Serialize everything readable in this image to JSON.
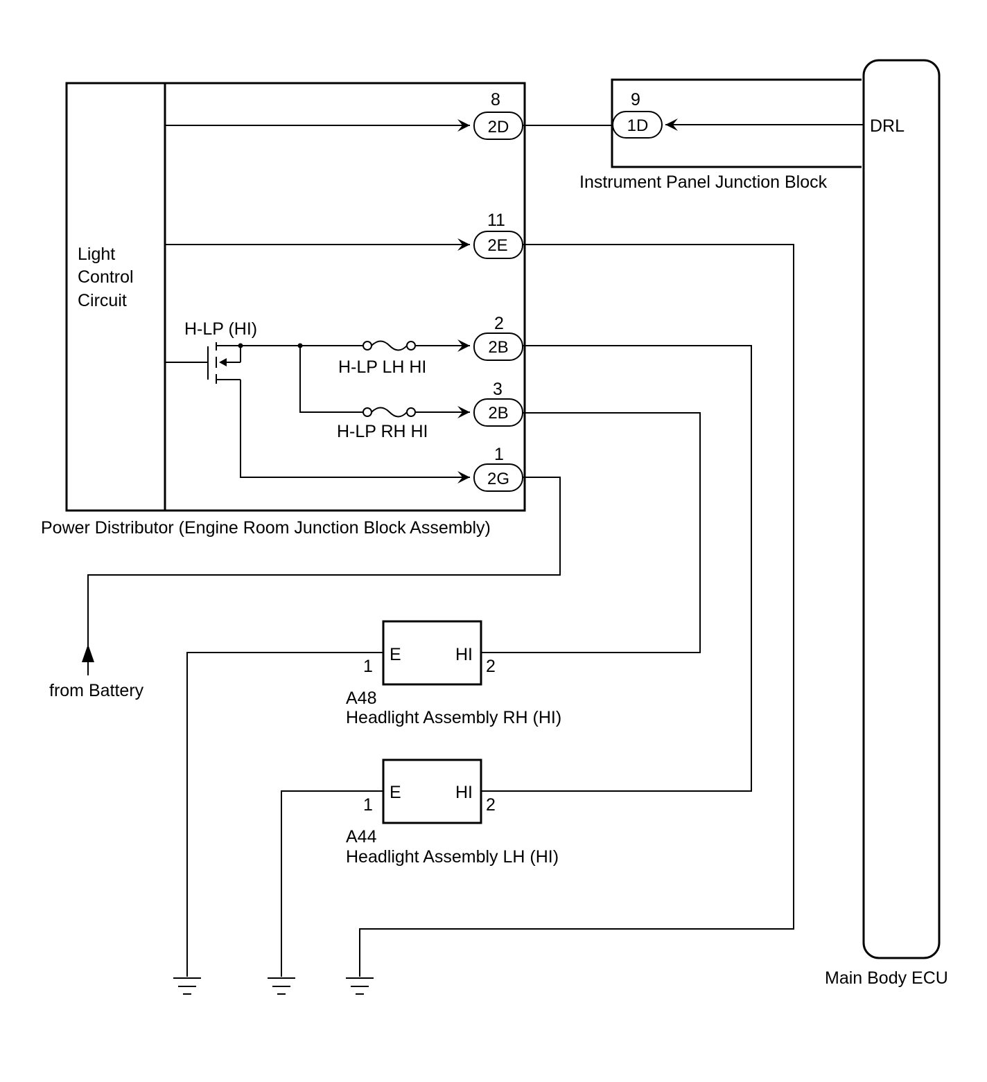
{
  "components": {
    "light_control_circuit": [
      "Light",
      "Control",
      "Circuit"
    ],
    "power_distributor": "Power Distributor (Engine Room Junction Block Assembly)",
    "instrument_panel_jb": "Instrument Panel Junction Block",
    "main_body_ecu": "Main Body ECU",
    "drl_terminal": "DRL",
    "relay": "H-LP (HI)",
    "fuse_lh": "H-LP LH HI",
    "fuse_rh": "H-LP RH HI",
    "from_battery": "from Battery"
  },
  "connectors": [
    {
      "pin": "8",
      "code": "2D"
    },
    {
      "pin": "11",
      "code": "2E"
    },
    {
      "pin": "2",
      "code": "2B"
    },
    {
      "pin": "3",
      "code": "2B"
    },
    {
      "pin": "1",
      "code": "2G"
    },
    {
      "pin": "9",
      "code": "1D"
    }
  ],
  "headlights": [
    {
      "code": "A48",
      "name": "Headlight Assembly RH (HI)",
      "term_e": "E",
      "term_hi": "HI",
      "pin_e": "1",
      "pin_hi": "2"
    },
    {
      "code": "A44",
      "name": "Headlight Assembly LH (HI)",
      "term_e": "E",
      "term_hi": "HI",
      "pin_e": "1",
      "pin_hi": "2"
    }
  ]
}
